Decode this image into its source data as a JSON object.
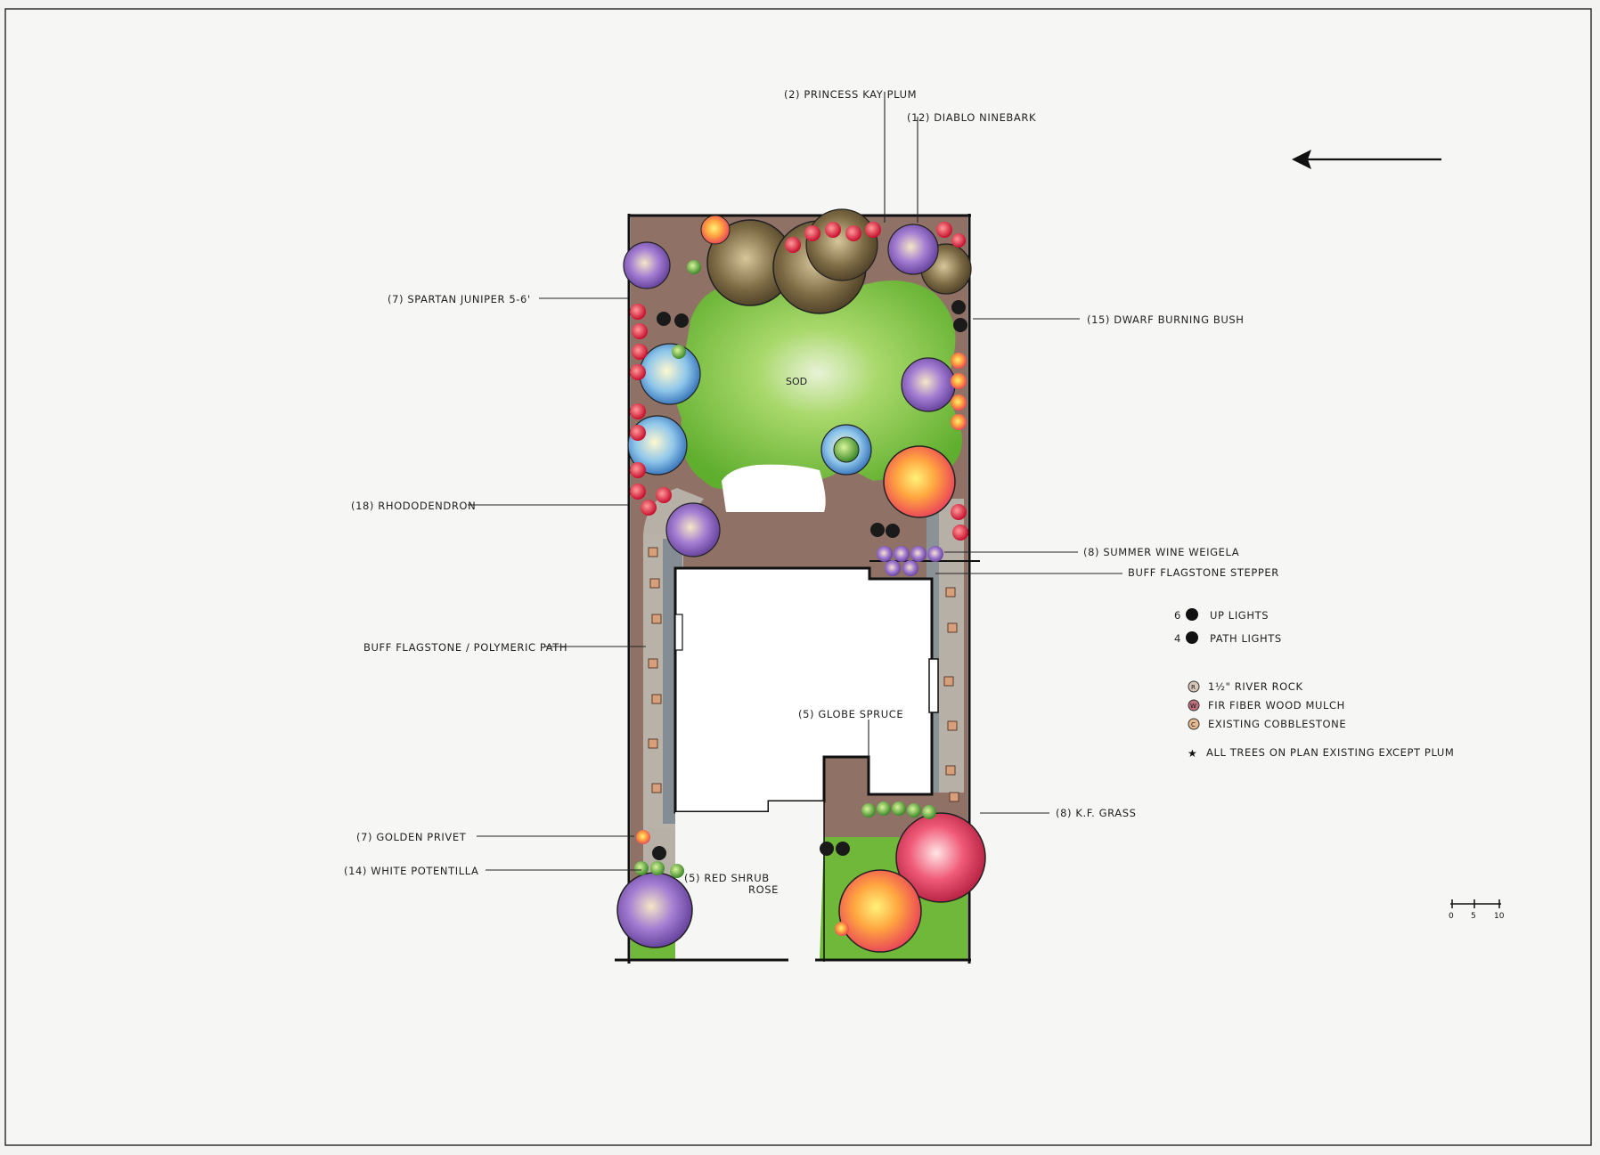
{
  "plan": {
    "labels": {
      "princess_kay_plum": "(2) PRINCESS KAY PLUM",
      "diablo_ninebark": "(12) DIABLO NINEBARK",
      "spartan_juniper": "(7) SPARTAN JUNIPER 5-6'",
      "dwarf_burning_bush": "(15) DWARF BURNING BUSH",
      "rhododendron": "(18) RHODODENDRON",
      "summer_wine_weigela": "(8) SUMMER WINE WEIGELA",
      "buff_flagstone_stepper": "BUFF FLAGSTONE STEPPER",
      "buff_flagstone_path": "BUFF FLAGSTONE / POLYMERIC PATH",
      "globe_spruce": "(5) GLOBE SPRUCE",
      "kf_grass": "(8) K.F. GRASS",
      "golden_privet": "(7) GOLDEN PRIVET",
      "white_potentilla": "(14) WHITE POTENTILLA",
      "red_shrub_rose_1": "(5) RED SHRUB",
      "red_shrub_rose_2": "ROSE",
      "sod": "SOD"
    },
    "legend": {
      "up_lights": "UP LIGHTS",
      "up_lights_count": "6",
      "path_lights": "PATH LIGHTS",
      "path_lights_count": "4",
      "river_rock": "1½\" RIVER ROCK",
      "river_rock_key": "R",
      "wood_mulch": "FIR FIBER WOOD MULCH",
      "wood_mulch_key": "W",
      "cobblestone": "EXISTING COBBLESTONE",
      "cobblestone_key": "C",
      "trees_note": "ALL TREES ON PLAN EXISTING EXCEPT PLUM",
      "trees_note_symbol": "★"
    },
    "scale": {
      "tick_0": "0",
      "tick_5": "5",
      "tick_10": "10"
    },
    "colors": {
      "lawn": "#7cc242",
      "mulch": "#8a6e62",
      "path": "#b8b0a6",
      "house": "#ffffff",
      "ink": "#1a1a1a"
    }
  }
}
